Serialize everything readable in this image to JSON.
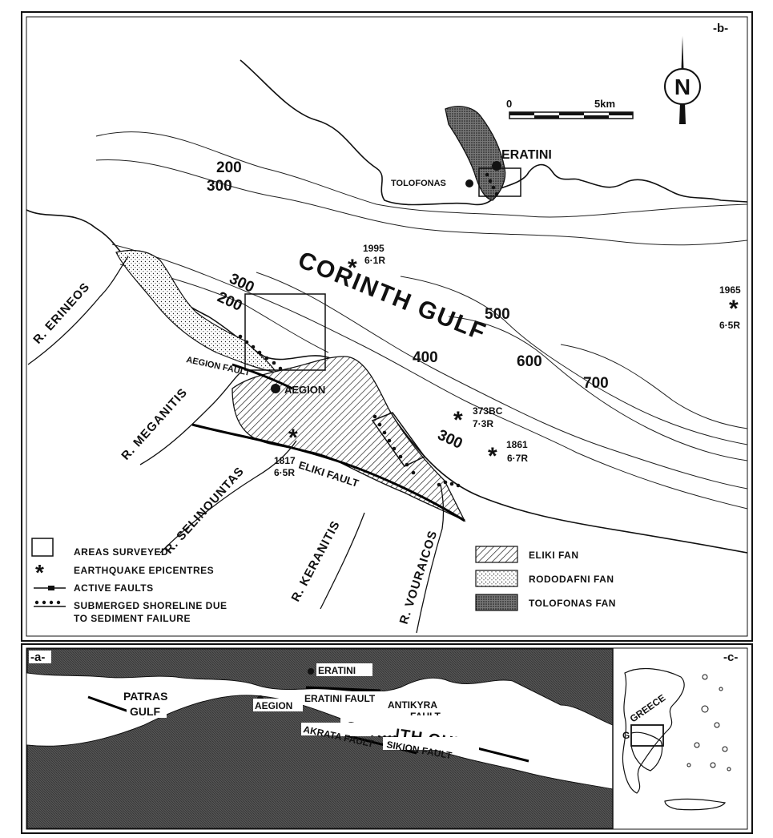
{
  "panels": {
    "main_tag": "-b-",
    "regional_tag": "-a-",
    "inset_tag": "-c-"
  },
  "north_arrow": {
    "letter": "N"
  },
  "scale_bar": {
    "start": "0",
    "end": "5km"
  },
  "gulf_label": "CORINTH GULF",
  "places": {
    "eratini": "ERATINI",
    "tolofonas": "TOLOFONAS",
    "aegion": "AEGION",
    "aegion_fault": "AEGION FAULT",
    "eliki_fault": "ELIKI FAULT"
  },
  "rivers": {
    "erineos": "R. ERINEOS",
    "meganitis": "R. MEGANITIS",
    "selinountas": "R. SELINOUNTAS",
    "keranitis": "R. KERANITIS",
    "vouraicos": "R. VOURAICOS"
  },
  "depth_contours": [
    "200",
    "300",
    "300",
    "200",
    "400",
    "300",
    "500",
    "600",
    "700"
  ],
  "earthquakes": [
    {
      "year": "1995",
      "mag": "6·1R"
    },
    {
      "year": "1965",
      "mag": "6·5R"
    },
    {
      "year": "373BC",
      "mag": "7·3R"
    },
    {
      "year": "1861",
      "mag": "6·7R"
    },
    {
      "year": "1817",
      "mag": "6·5R"
    }
  ],
  "legend_left": [
    {
      "symbol": "square-icon",
      "label": "AREAS SURVEYED"
    },
    {
      "symbol": "asterisk-icon",
      "label": "EARTHQUAKE EPICENTRES"
    },
    {
      "symbol": "fault-icon",
      "label": "ACTIVE FAULTS"
    },
    {
      "symbol": "dotted-line-icon",
      "label": "SUBMERGED SHORELINE DUE",
      "label2": "TO SEDIMENT FAILURE"
    }
  ],
  "legend_right": [
    {
      "pattern": "diagonal-hatch",
      "label": "ELIKI FAN"
    },
    {
      "pattern": "light-stipple",
      "label": "RODODAFNI FAN"
    },
    {
      "pattern": "dense-stipple",
      "label": "TOLOFONAS FAN"
    }
  ],
  "regional_map": {
    "eratini": "ERATINI",
    "eratini_fault": "ERATINI FAULT",
    "aegion": "AEGION",
    "antikyra": "ANTIKYRA",
    "antikyra_fault": "FAULT",
    "patras": "PATRAS",
    "patras_gulf": "GULF",
    "corinth_gulf": "CORINTH GULF",
    "akrata_fault": "AKRATA FAULT",
    "sikion_fault": "SIKION FAULT"
  },
  "inset_map": {
    "greece": "GREECE",
    "inset_letter": "G"
  },
  "colors": {
    "ink": "#111111",
    "land_fill": "#4a4a4a",
    "paper": "#ffffff"
  }
}
